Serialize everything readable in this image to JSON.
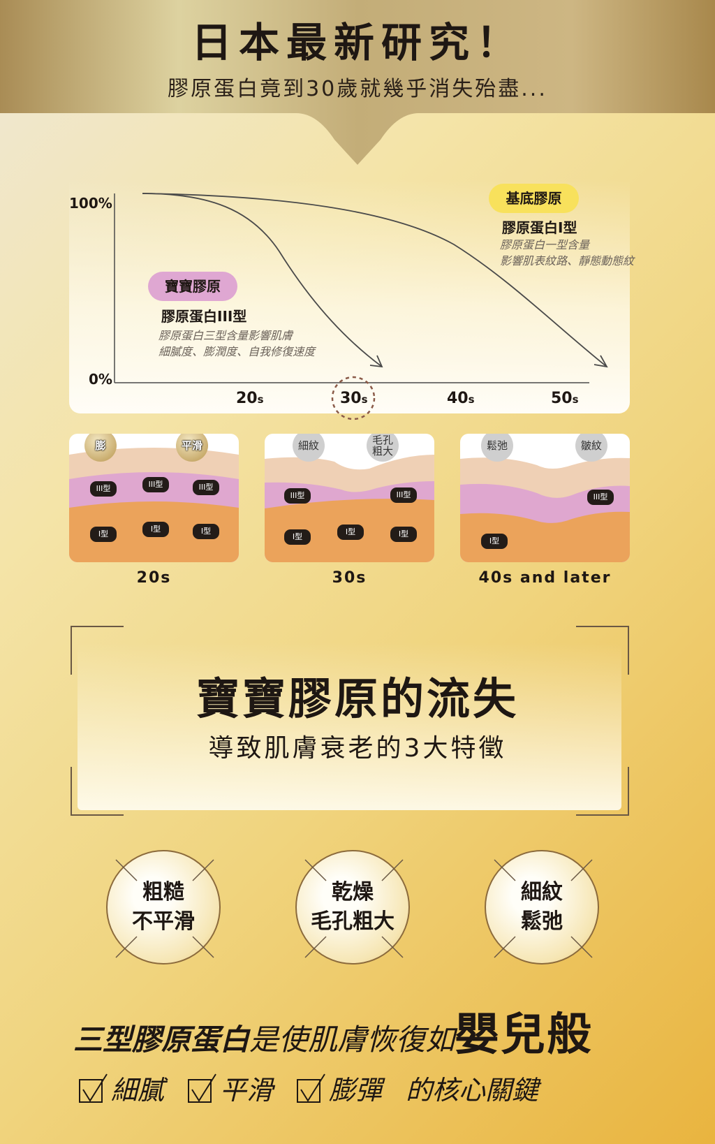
{
  "header": {
    "title": "日本最新研究！",
    "subtitle": "膠原蛋白竟到30歲就幾乎消失殆盡..."
  },
  "chart": {
    "y_top": "100%",
    "y_bottom": "0%",
    "ticks": [
      {
        "n": "20",
        "s": "s"
      },
      {
        "n": "30",
        "s": "s"
      },
      {
        "n": "40",
        "s": "s"
      },
      {
        "n": "50",
        "s": "s"
      }
    ],
    "type3": {
      "pill": "寶寶膠原",
      "title": "膠原蛋白III型",
      "desc": [
        "膠原蛋白三型含量影響肌膚",
        "細膩度、膨潤度、自我修復速度"
      ],
      "color": "#dfa7d2"
    },
    "type1": {
      "pill": "基底膠原",
      "title": "膠原蛋白I型",
      "desc": [
        "膠原蛋白一型含量",
        "影響肌表紋路、靜態動態紋"
      ],
      "color": "#f8e15c"
    }
  },
  "panels": [
    {
      "age": "20s",
      "bubbles": [
        "膨",
        "平滑"
      ],
      "badges": [
        "III型",
        "III型",
        "III型",
        "I型",
        "I型",
        "I型"
      ]
    },
    {
      "age": "30s",
      "bubbles": [
        "細紋",
        "毛孔粗大"
      ],
      "badges": [
        "III型",
        "III型",
        "I型",
        "I型",
        "I型"
      ]
    },
    {
      "age": "40s and later",
      "bubbles": [
        "鬆弛",
        "皺紋"
      ],
      "badges": [
        "III型",
        "I型"
      ]
    }
  ],
  "box": {
    "title": "寶寶膠原的流失",
    "subtitle": "導致肌膚衰老的3大特徵"
  },
  "features": [
    {
      "l1": "粗糙",
      "l2": "不平滑"
    },
    {
      "l1": "乾燥",
      "l2": "毛孔粗大"
    },
    {
      "l1": "細紋",
      "l2": "鬆弛"
    }
  ],
  "bottom": {
    "line1_bold": "三型膠原蛋白",
    "line1_mid": "是使肌膚恢復如",
    "line1_big": "嬰兒般",
    "checks": [
      "細膩",
      "平滑",
      "膨彈"
    ],
    "tail": "的核心關鍵"
  }
}
